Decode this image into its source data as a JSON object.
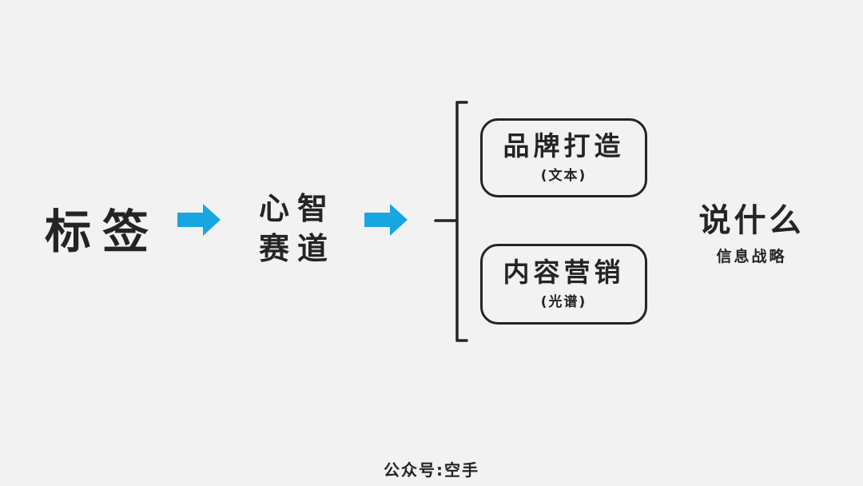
{
  "colors": {
    "background": "#f2f2f2",
    "ink": "#242424",
    "arrow": "#18a6e2"
  },
  "diagram": {
    "source_label": "标签",
    "mind_track": {
      "line1": "心智",
      "line2": "赛道"
    },
    "branches": [
      {
        "title": "品牌打造",
        "subtitle": "(文本)"
      },
      {
        "title": "内容营销",
        "subtitle": "(光谱)"
      }
    ],
    "result": {
      "title": "说什么",
      "subtitle": "信息战略"
    }
  },
  "footer": {
    "text": "公众号:空手"
  }
}
